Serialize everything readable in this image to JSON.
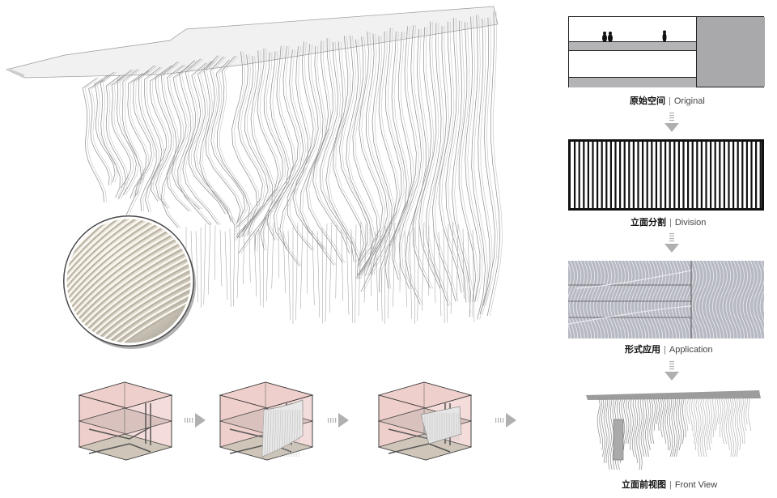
{
  "steps": [
    {
      "cn": "原始空间",
      "sep": "|",
      "en": "Original"
    },
    {
      "cn": "立面分割",
      "sep": "|",
      "en": "Division"
    },
    {
      "cn": "形式应用",
      "sep": "|",
      "en": "Application"
    },
    {
      "cn": "立面前视图",
      "sep": "|",
      "en": "Front View"
    }
  ],
  "colors": {
    "panel_gray": "#a9a9ab",
    "wave_gray": "#b6b8c2",
    "box_pink": "#efcfcb",
    "box_floor": "#cfc6b9",
    "arrow_gray": "#b0b0b0"
  }
}
